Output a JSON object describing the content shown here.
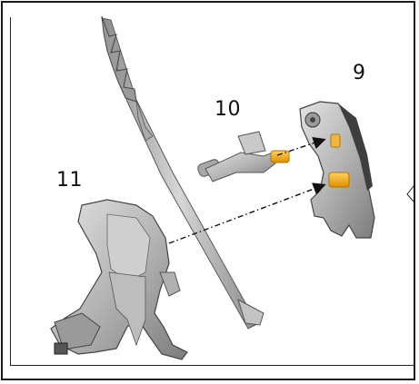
{
  "steps": {
    "step_11": "11",
    "step_10": "10",
    "step_9": "9"
  },
  "colors": {
    "part_gray": "#b8b8b8",
    "part_dark": "#6e6e6e",
    "peg_yellow": "#f3a91f",
    "line": "#111111"
  },
  "parts": {
    "spear": "spear-part",
    "arm_hand": "arm-hand-part",
    "body": "orc-body-part",
    "shoulder": "shoulder-pad-part"
  }
}
